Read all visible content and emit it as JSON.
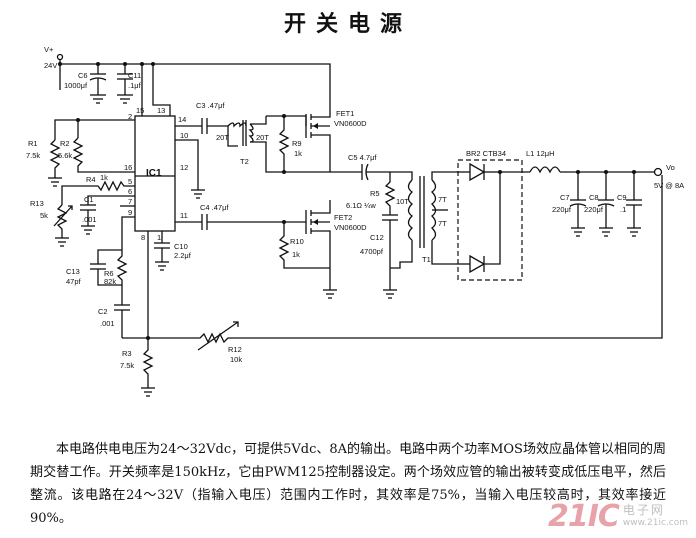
{
  "title": "开关电源",
  "labels": {
    "vplus": "V+",
    "v24": "24V",
    "c6": "C6",
    "c6v": "1000μf",
    "c11": "C11",
    "c11v": ".1μf",
    "r1": "R1",
    "r1v": "7.5k",
    "r2": "R2",
    "r2v": "5.6k",
    "r4": "R4",
    "r4v": "1k",
    "r13": "R13",
    "r13v": "5k",
    "c1": "C1",
    "c1v": ".001",
    "c13": "C13",
    "c13v": "47pf",
    "r6": "R6",
    "r6v": "82k",
    "c2": "C2",
    "c2v": ".001",
    "r3": "R3",
    "r3v": "7.5k",
    "r12": "R12",
    "r12v": "10k",
    "ic1": "IC1",
    "p15": "15",
    "p13": "13",
    "p2": "2",
    "p14": "14",
    "p10": "10",
    "p12": "12",
    "p16": "16",
    "p5": "5",
    "p6": "6",
    "p7": "7",
    "p9": "9",
    "p11": "11",
    "p8": "8",
    "p1": "1",
    "c10": "C10",
    "c10v": "2.2μf",
    "c3": "C3 .47μf",
    "c4": "C4 .47μf",
    "t20a": "20T",
    "t20b": "20T",
    "t2": "T2",
    "fet1": "FET1",
    "fet1v": "VN0600D",
    "fet2": "FET2",
    "fet2v": "VN0600D",
    "r9": "R9",
    "r9v": "1k",
    "r10": "R10",
    "r10v": "1k",
    "c5": "C5 4.7μf",
    "r5": "R5",
    "r5v": "6.1Ω ¼w",
    "c12": "C12",
    "c12v": "4700pf",
    "t10": "10T",
    "t7a": "7T",
    "t7b": "7T",
    "t1": "T1",
    "br2": "BR2  CTB34",
    "l1": "L1  12μH",
    "vo": "Vo",
    "vout": "5V @ 8A",
    "c7": "C7",
    "c7v": "220μf",
    "c8": "C8",
    "c8v": "220μf",
    "c9": "C9",
    "c9v": ".1"
  },
  "description": "本电路供电电压为24～32Vdc，可提供5Vdc、8A的输出。电路中两个功率MOS场效应晶体管以相同的周期交替工作。开关频率是150kHz，它由PWM125控制器设定。两个场效应管的输出被转变成低压电平，然后整流。该电路在24～32V（指输入电压）范围内工作时，其效率是75%，当输入电压较高时，其效率接近90%。",
  "watermark": {
    "logo": "21IC",
    "cn": "电子网",
    "url": "www.21ic.com"
  }
}
